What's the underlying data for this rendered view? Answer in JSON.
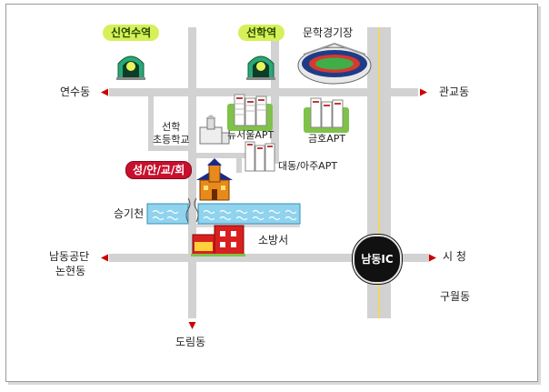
{
  "stations": {
    "sinyeonsu": "신연수역",
    "seonhak": "선학역"
  },
  "landmarks": {
    "stadium": "문학경기장",
    "school": "선학\n초등학교",
    "newseoul_apt": "뉴서울APT",
    "kumho_apt": "금호APT",
    "daedong_apt": "대동/아주APT",
    "church": "성/안/교/회",
    "stream": "승기천",
    "fire_station": "소방서",
    "ic": "남동IC"
  },
  "directions": {
    "west_upper": "연수동",
    "east_upper": "관교동",
    "west_lower_1": "남동공단",
    "west_lower_2": "논현동",
    "east_lower": "시 청",
    "south": "도림동",
    "southeast": "구월동"
  },
  "colors": {
    "road": "#d2d2d2",
    "arrow": "#cc0000",
    "station_pill": "#d6f05a",
    "church_pill": "#c8102e",
    "water": "#6ec6e6"
  }
}
